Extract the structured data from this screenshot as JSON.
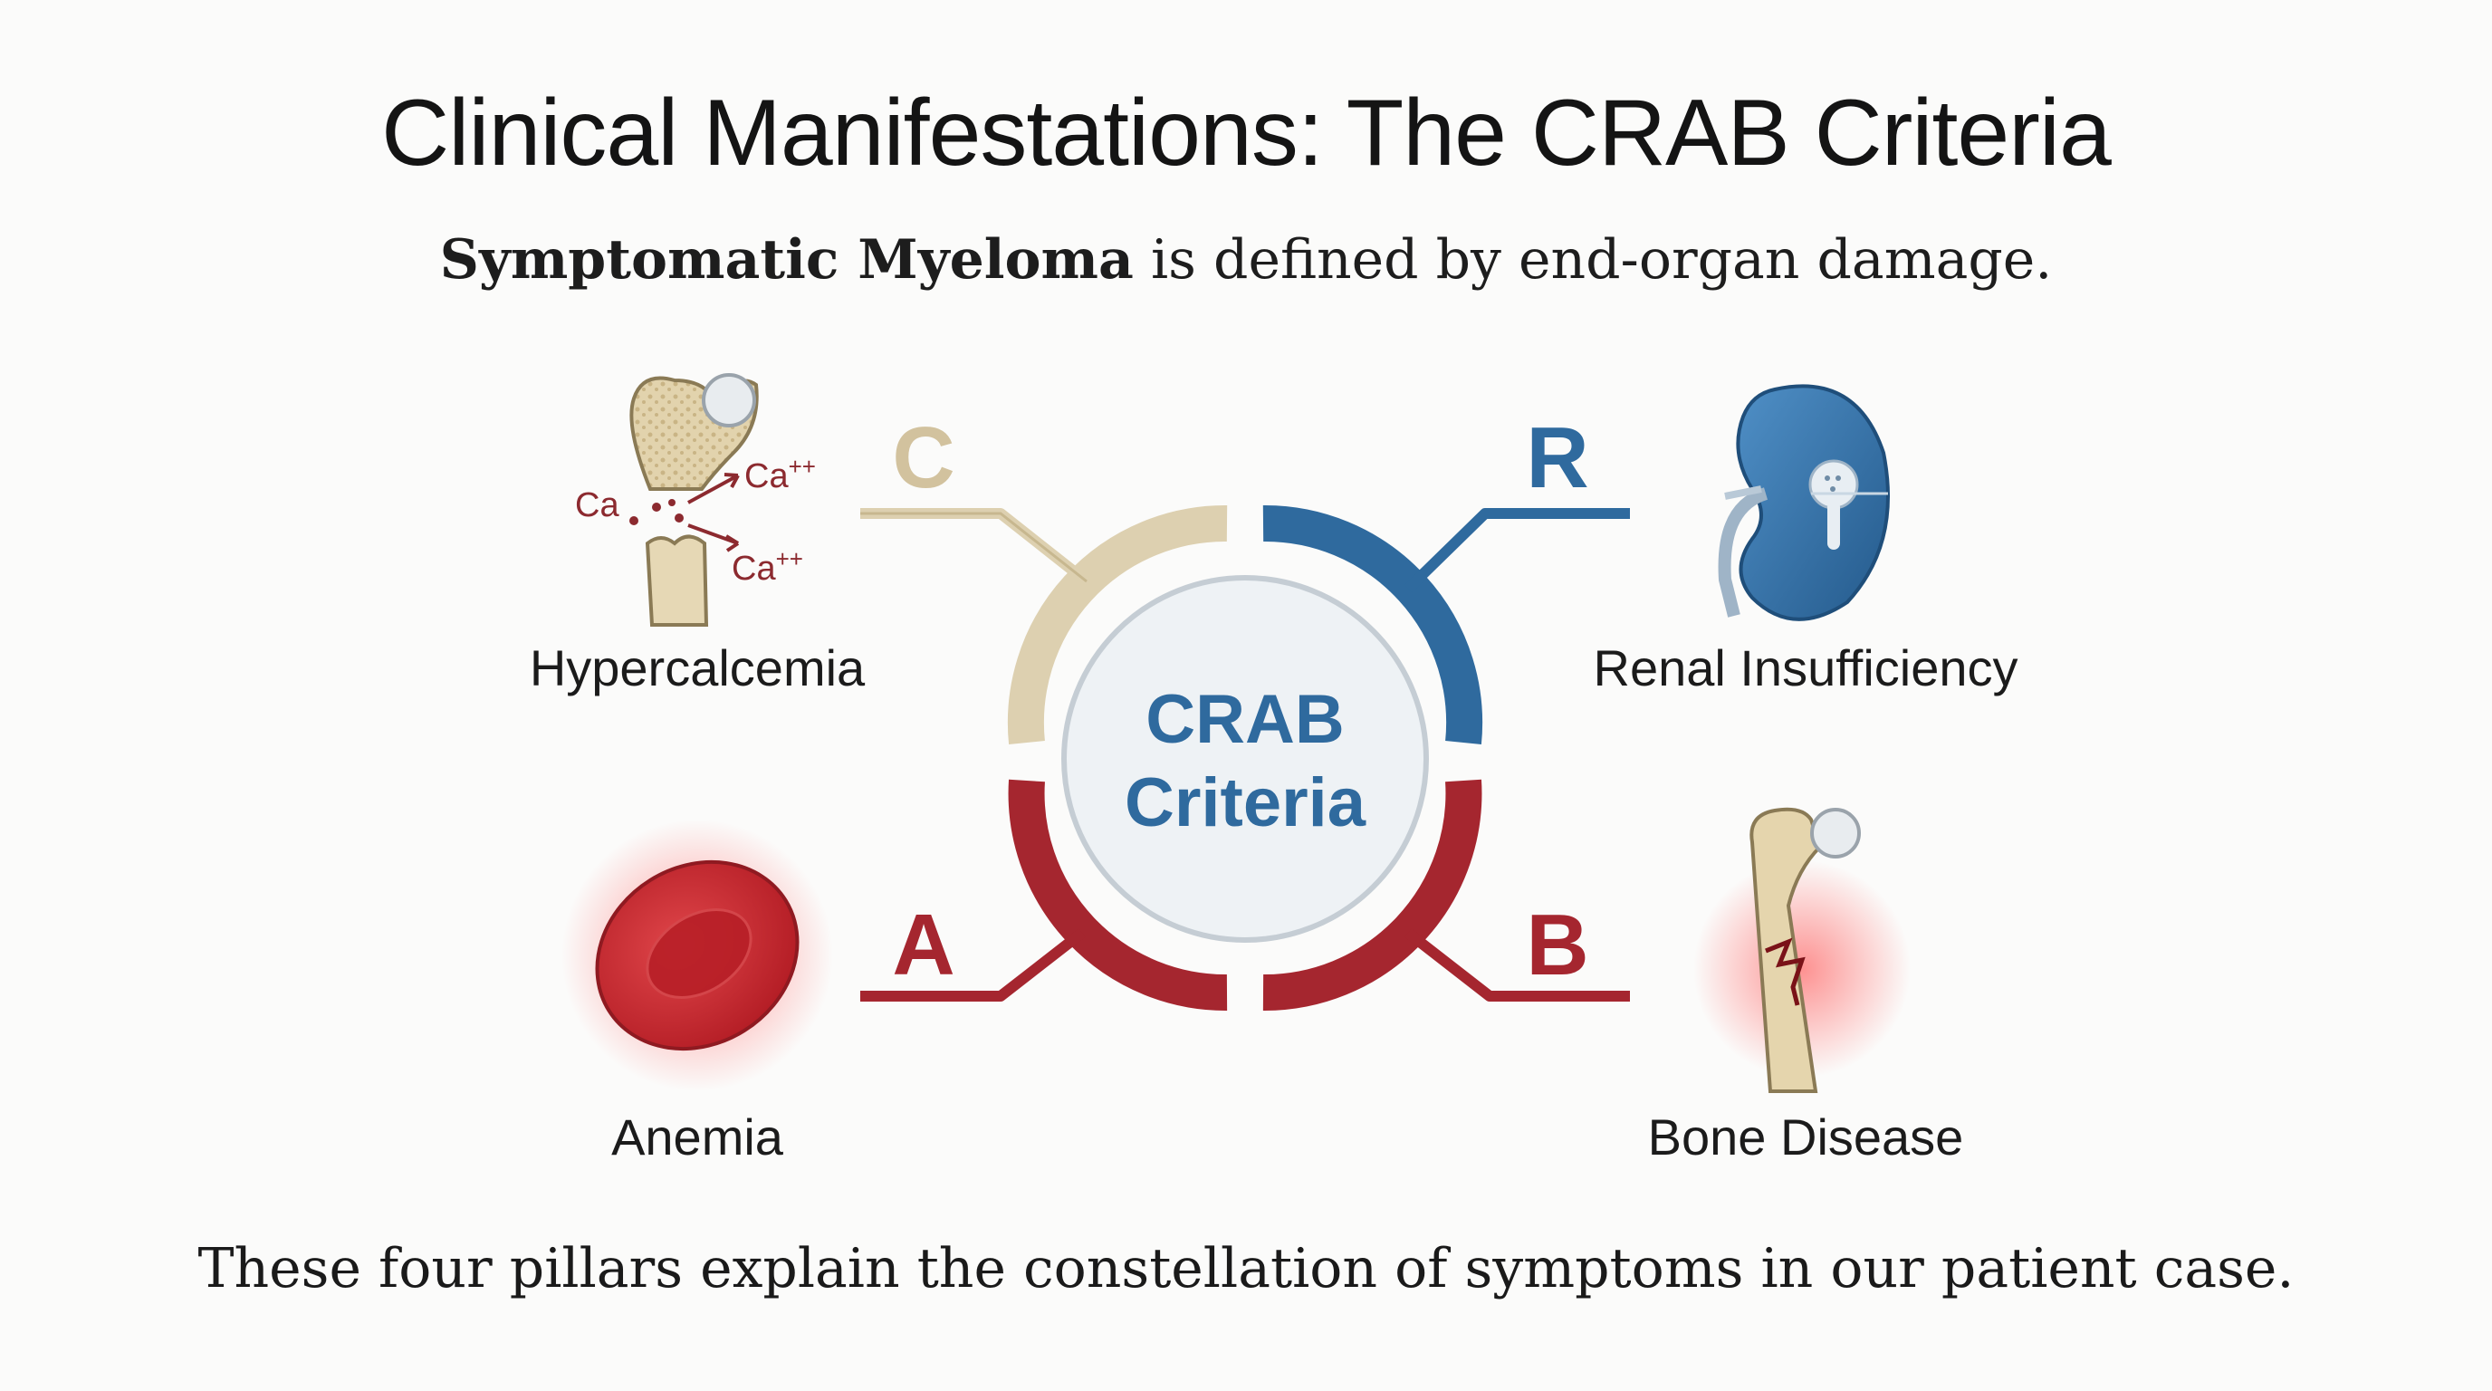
{
  "title": "Clinical Manifestations: The CRAB Criteria",
  "subtitle": {
    "bold": "Symptomatic Myeloma",
    "rest": " is defined by end-organ damage."
  },
  "center": {
    "line1": "CRAB",
    "line2": "Criteria"
  },
  "pillars": {
    "c": {
      "letter": "C",
      "label": "Hypercalcemia",
      "icon": "bone-releasing-calcium-icon"
    },
    "r": {
      "letter": "R",
      "label": "Renal Insufficiency",
      "icon": "kidney-icon"
    },
    "a": {
      "letter": "A",
      "label": "Anemia",
      "icon": "red-blood-cell-icon"
    },
    "b": {
      "letter": "B",
      "label": "Bone Disease",
      "icon": "fractured-bone-icon"
    }
  },
  "calcium": {
    "ca": "Ca",
    "ion": "Ca",
    "charge": "++"
  },
  "colors": {
    "c": "#d8c9a7",
    "r": "#2f6a9e",
    "a": "#a5262f",
    "b": "#a5262f",
    "center_text": "#2f6a9e"
  },
  "footer": "These four pillars explain the constellation of symptoms in our patient case."
}
